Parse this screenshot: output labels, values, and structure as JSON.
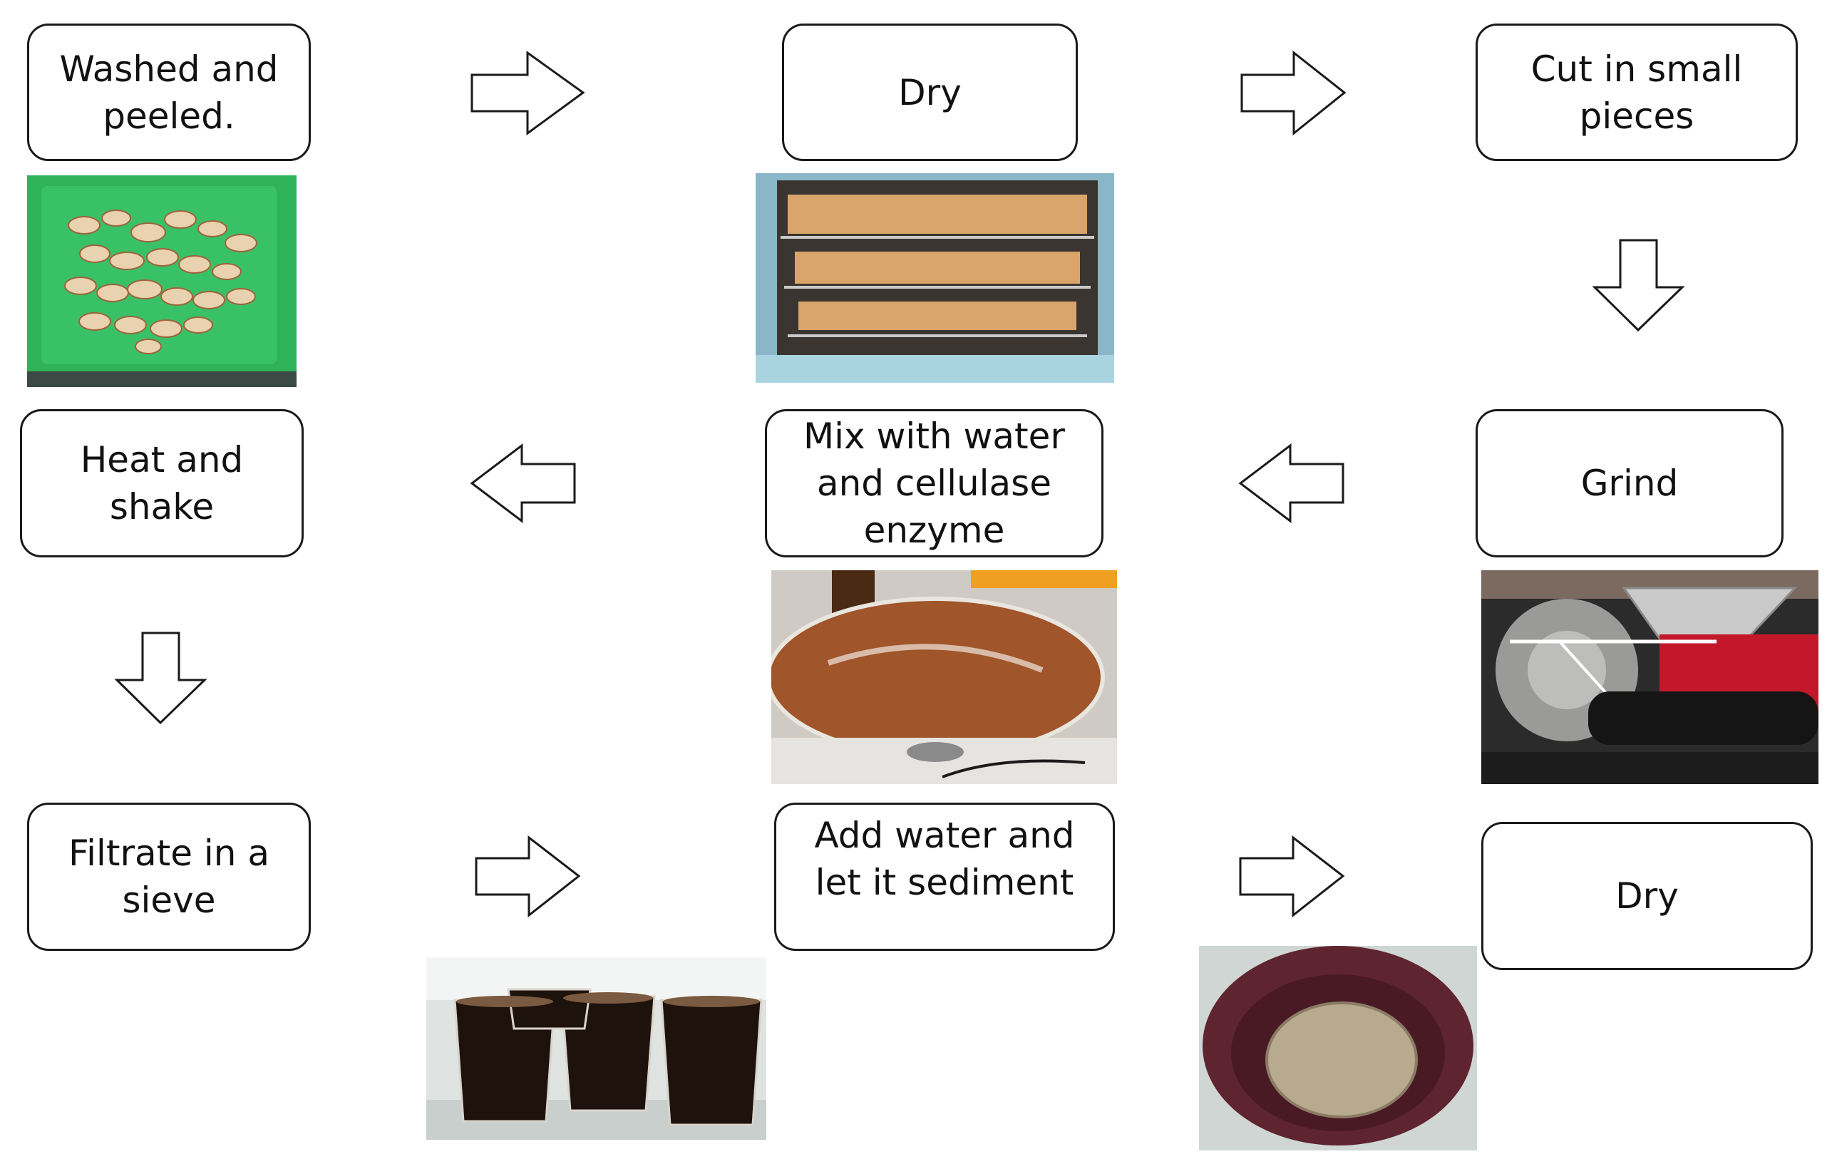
{
  "steps": {
    "washed": "Washed and\npeeled.",
    "dry1": "Dry",
    "cut": "Cut in small\npieces",
    "grind": "Grind",
    "mix": "Mix with water\nand cellulase\nenzyme",
    "heat": "Heat and\nshake",
    "filtrate": "Filtrate in a\nsieve",
    "sediment": "Add water and\nlet it sediment",
    "dry2": "Dry"
  },
  "photos": {
    "washed": "peeled-slices-in-green-tray",
    "dry1": "slices-on-oven-racks",
    "mix": "flask-on-magnetic-stirrer",
    "grind": "red-grinding-mill",
    "sediment": "cups-of-dark-liquid",
    "dry2": "powder-in-brown-bowl"
  },
  "arrows": [
    "arrow-right",
    "arrow-right",
    "arrow-down",
    "arrow-left",
    "arrow-left",
    "arrow-down",
    "arrow-right",
    "arrow-right"
  ],
  "colors": {
    "stroke": "#1a1a1a",
    "fill": "#ffffff",
    "tray_green": "#2fb35a",
    "grinder_red": "#c2182a"
  }
}
